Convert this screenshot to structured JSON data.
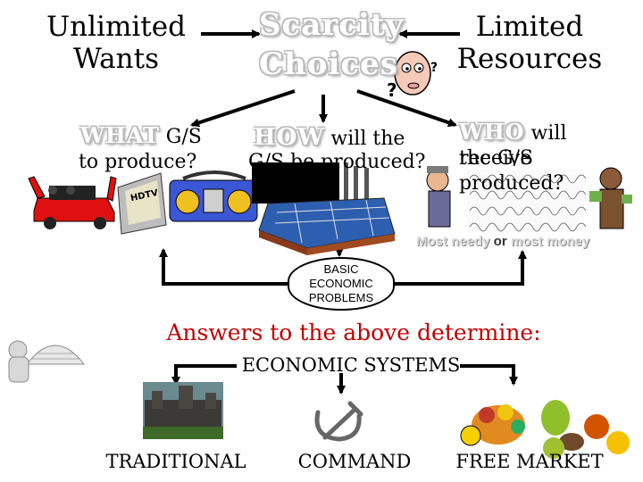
{
  "top": {
    "left_title": "Unlimited\nWants",
    "center_title": "Scarcity\nChoices",
    "right_title": "Limited\nResources"
  },
  "questions": {
    "what_key": "WHAT",
    "what_rest": " G/S",
    "what_line2": "to produce?",
    "how_key": "HOW",
    "how_rest": " will  the",
    "how_line2": "G/S be produced?",
    "who_key": "WHO",
    "who_rest": " will receive",
    "who_line2": "the G/S produced?"
  },
  "tv_label": "HDTV",
  "recipients": {
    "most_needy": "Most needy",
    "or": " or ",
    "most_money": "most money"
  },
  "center_box": "BASIC\nECONOMIC\nPROBLEMS",
  "answers": "Answers to the above determine:",
  "systems": {
    "heading": "ECONOMIC SYSTEMS",
    "traditional": "TRADITIONAL",
    "command": "COMMAND",
    "free_market": "FREE MARKET"
  },
  "colors": {
    "question_keyword": "#8a2be2",
    "answers_text": "#c00000",
    "car": "#e01010"
  }
}
